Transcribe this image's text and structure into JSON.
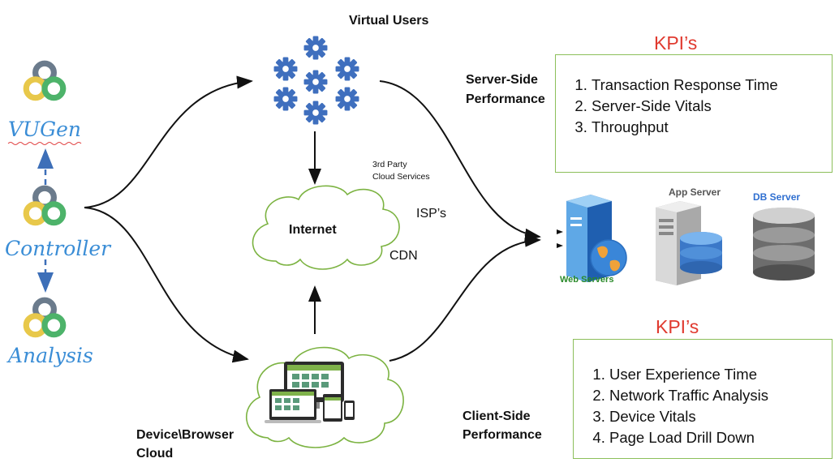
{
  "tools": {
    "vugen": "VUGen",
    "controller": "Controller",
    "analysis": "Analysis"
  },
  "virtual_users": {
    "title": "Virtual Users"
  },
  "internet": {
    "label": "Internet",
    "third_party_line1": "3rd Party",
    "third_party_line2": "Cloud Services",
    "isp": "ISP’s",
    "cdn": "CDN"
  },
  "device_cloud": {
    "line1": "Device\\Browser",
    "line2": "Cloud"
  },
  "server_side": {
    "line1": "Server-Side",
    "line2": "Performance",
    "kpi_title": "KPI’s",
    "kpis": [
      "Transaction Response Time",
      "Server-Side Vitals",
      "Throughput"
    ]
  },
  "client_side": {
    "line1": "Client-Side",
    "line2": "Performance",
    "kpi_title": "KPI’s",
    "kpis": [
      "User Experience Time",
      "Network Traffic Analysis",
      "Device Vitals",
      "Page Load Drill Down"
    ]
  },
  "servers": {
    "web": "Web Servers",
    "app": "App Server",
    "db": "DB Server"
  },
  "colors": {
    "tool_label": "#3a8dd6",
    "kpi_title": "#e03a2f",
    "kpi_border": "#8cbf5a",
    "gear": "#3f6fbe",
    "web_caption": "#2a8a2a",
    "db_caption": "#2f6fd0"
  }
}
